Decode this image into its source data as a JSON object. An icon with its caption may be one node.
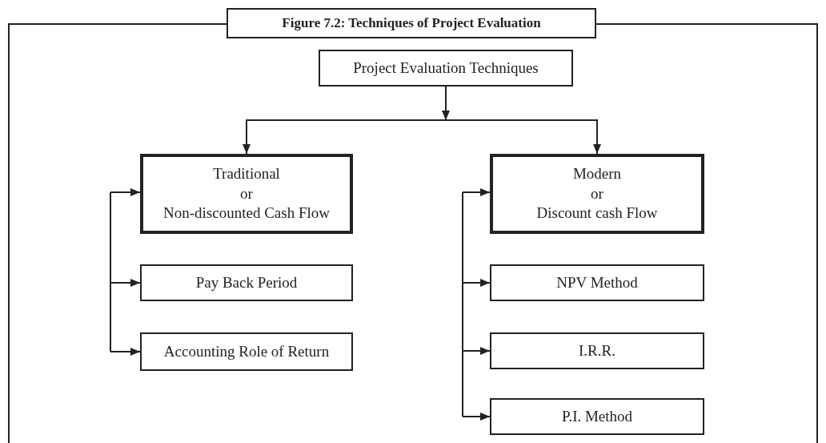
{
  "diagram": {
    "title": "Figure 7.2: Techniques of Project Evaluation",
    "nodes": [
      {
        "text": [
          "Project Evaluation Techniques"
        ]
      },
      {
        "text": [
          "Traditional",
          "or",
          "Non-discounted Cash Flow"
        ]
      },
      {
        "text": [
          "Pay Back Period"
        ]
      },
      {
        "text": [
          "Accounting Role of Return"
        ]
      },
      {
        "text": [
          "Modern",
          "or",
          "Discount cash Flow"
        ]
      },
      {
        "text": [
          "NPV Method"
        ]
      },
      {
        "text": [
          "I.R.R."
        ]
      },
      {
        "text": [
          "P.I. Method"
        ]
      }
    ],
    "edges": [
      {
        "from": 0,
        "to": 1,
        "arrow": "to"
      },
      {
        "from": 0,
        "to": 4,
        "arrow": "to"
      },
      {
        "from": null,
        "to": 1,
        "arrow": "to"
      },
      {
        "from": null,
        "to": 2,
        "arrow": "to"
      },
      {
        "from": null,
        "to": 3,
        "arrow": "to"
      },
      {
        "from": null,
        "to": 4,
        "arrow": "to"
      },
      {
        "from": null,
        "to": 5,
        "arrow": "to"
      },
      {
        "from": null,
        "to": 6,
        "arrow": "to"
      },
      {
        "from": null,
        "to": 7,
        "arrow": "to"
      }
    ]
  }
}
